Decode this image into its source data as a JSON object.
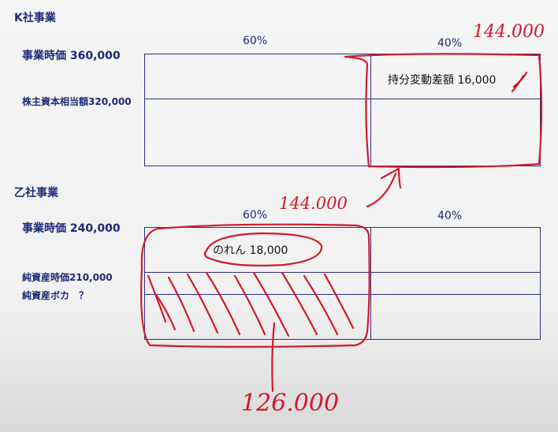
{
  "k": {
    "title": "K社事業",
    "value_label": "事業時価 360,000",
    "capital_label": "株主資本相当額320,000",
    "pct_left": "60%",
    "pct_right": "40%",
    "box_label": "持分変動差額 16,000"
  },
  "otsu": {
    "title": "乙社事業",
    "value_label": "事業時価 240,000",
    "net_assets_label": "純資産時価210,000",
    "book_label": "純資産ボカ　？",
    "pct_left": "60%",
    "pct_right": "40%",
    "goodwill_label": "のれん 18,000"
  },
  "handwriting": {
    "top_right": "144.000",
    "middle": "144.000",
    "bottom": "126.000"
  },
  "colors": {
    "ink": "#d21a2a",
    "text": "#1e2a78",
    "line": "#2b2f8c"
  }
}
